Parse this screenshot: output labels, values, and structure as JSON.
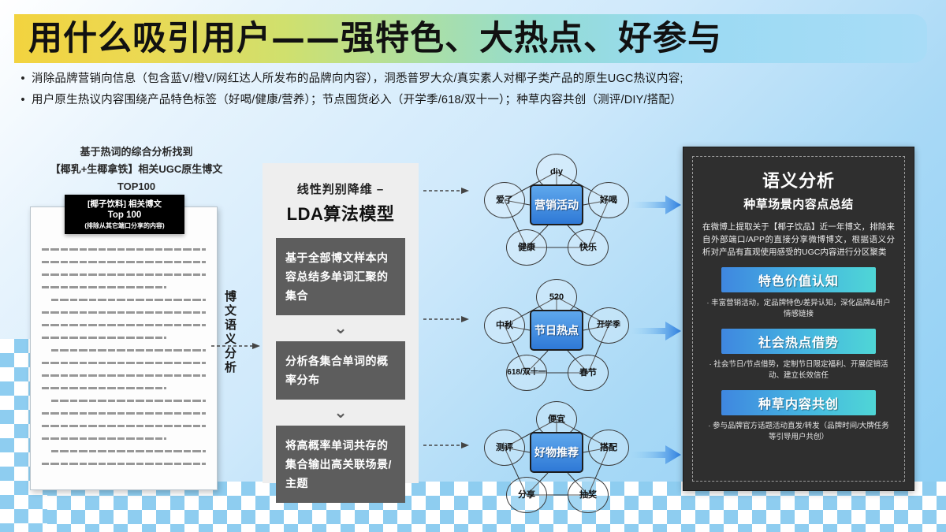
{
  "title": "用什么吸引用户——强特色、大热点、好参与",
  "bullets": [
    "消除品牌营销向信息（包含蓝V/橙V/网红达人所发布的品牌向内容），洞悉普罗大众/真实素人对椰子类产品的原生UGC热议内容;",
    "用户原生热议内容围绕产品特色标签（好喝/健康/营养）；节点囤货必入（开学季/618/双十一）；种草内容共创（测评/DIY/搭配）"
  ],
  "left": {
    "heading_lines": [
      "基于热词的综合分析找到",
      "【椰乳+生椰拿铁】相关UGC原生博文",
      "TOP100"
    ],
    "badge": {
      "line1": "[椰子饮料] 相关博文",
      "line2": "Top 100",
      "line3": "(排除从其它端口分享的内容)"
    },
    "connector_label": "博文语义分析"
  },
  "lda": {
    "subtitle": "线性判别降维 –",
    "title": "LDA算法模型",
    "steps": [
      "基于全部博文样本内容总结多单词汇聚的集合",
      "分析各集合单词的概率分布",
      "将高概率单词共存的集合输出高关联场景/主题"
    ],
    "chevron": "❯"
  },
  "clusters": [
    {
      "hub": "营销活动",
      "nodes": [
        "diy",
        "爱了",
        "好喝",
        "健康",
        "快乐"
      ]
    },
    {
      "hub": "节日热点",
      "nodes": [
        "520",
        "中秋",
        "开学季",
        "618/双十一",
        "春节"
      ]
    },
    {
      "hub": "好物推荐",
      "nodes": [
        "便宜",
        "测评",
        "搭配",
        "分享",
        "抽奖"
      ]
    }
  ],
  "right": {
    "title": "语义分析",
    "subtitle": "种草场景内容点总结",
    "description": "在微博上提取关于【椰子饮品】近一年博文，排除来自外部端口/APP的直接分享微博博文，根据语义分析对产品有直观使用感受的UGC内容进行分区聚类",
    "items": [
      {
        "chip": "特色价值认知",
        "note": "· 丰富营销活动，定品牌特色/差异认知，深化品牌&用户情感链接"
      },
      {
        "chip": "社会热点借势",
        "note": "· 社会节日/节点借势，定制节日限定福利、开展促销活动、建立长效信任"
      },
      {
        "chip": "种草内容共创",
        "note": "· 参与品牌官方话题活动直发/转发（品牌时间/大牌任务等引导用户共创）"
      }
    ]
  },
  "colors": {
    "accent_blue": "#2f79d6",
    "chip_gradient_start": "#3f87e0",
    "chip_gradient_end": "#4fd6d6",
    "panel_dark": "#2f2f2f",
    "lda_box": "#5d5d5d",
    "title_gradient_start": "#f2d33f",
    "title_gradient_end": "#a8dcf7"
  }
}
